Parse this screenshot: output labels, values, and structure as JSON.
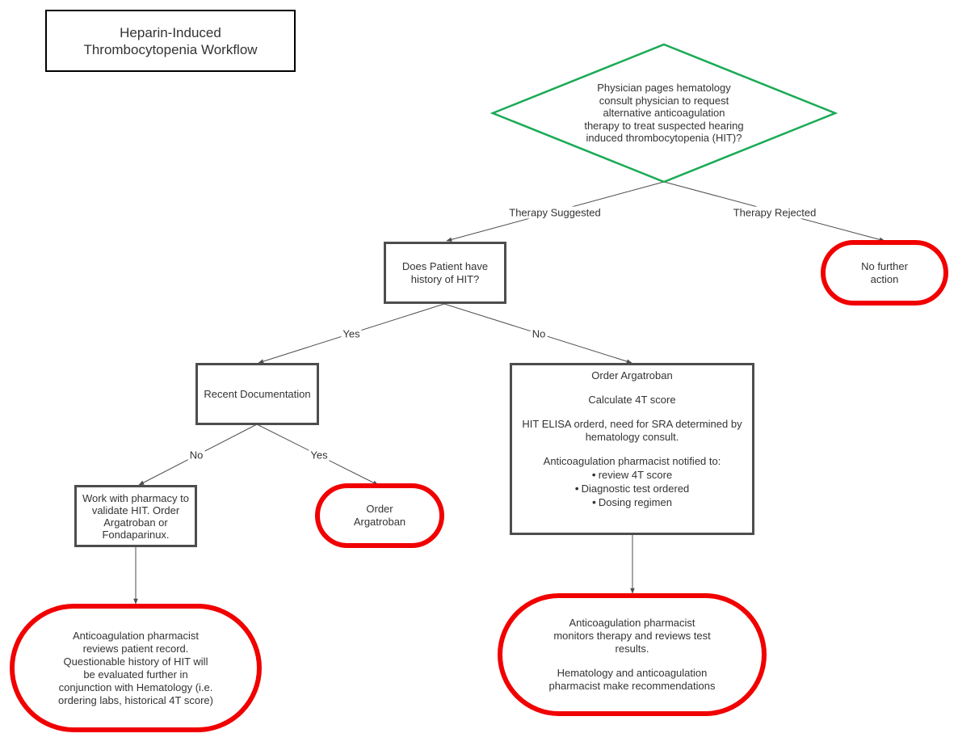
{
  "title": {
    "line1": "Heparin-Induced",
    "line2": "Thrombocytopenia Workflow"
  },
  "colors": {
    "decision_border": "#1aaa55",
    "terminal_border": "#f10000",
    "process_border": "#4d4d4d",
    "connector": "#4d4d4d"
  },
  "nodes": {
    "start_decision": {
      "lines": [
        "Physician pages hematology",
        "consult physician to request",
        "alternative anticoagulation",
        "therapy to treat suspected hearing",
        "induced thrombocytopenia (HIT)?"
      ]
    },
    "history_question": {
      "lines": [
        "Does Patient have",
        "history of HIT?"
      ]
    },
    "no_further_action": {
      "lines": [
        "No further",
        "action"
      ]
    },
    "recent_documentation": {
      "lines": [
        "Recent Documentation"
      ]
    },
    "order_argatroban_protocol": {
      "line1": "Order Argatroban",
      "line2": "Calculate 4T score",
      "line3a": "HIT ELISA orderd, need for SRA determined by",
      "line3b": "hematology consult.",
      "line4": "Anticoagulation pharmacist notified to:",
      "bullets": [
        "review 4T score",
        "Diagnostic test ordered",
        "Dosing regimen"
      ]
    },
    "work_with_pharmacy": {
      "lines": [
        "Work with pharmacy to",
        "validate HIT.  Order",
        "Argatroban or",
        "Fondaparinux."
      ]
    },
    "order_argatroban_terminal": {
      "lines": [
        "Order",
        "Argatroban"
      ]
    },
    "pharmacist_reviews_record": {
      "lines": [
        "Anticoagulation pharmacist",
        "reviews patient record.",
        "Questionable history of HIT will",
        "be evaluated further in",
        "conjunction with Hematology (i.e.",
        "ordering labs, historical 4T score)"
      ]
    },
    "pharmacist_monitors": {
      "lines1": [
        "Anticoagulation pharmacist",
        "monitors therapy and reviews test",
        "results."
      ],
      "lines2": [
        "Hematology and anticoagulation",
        "pharmacist make recommendations"
      ]
    }
  },
  "edge_labels": {
    "therapy_suggested": "Therapy Suggested",
    "therapy_rejected": "Therapy Rejected",
    "history_yes": "Yes",
    "history_no": "No",
    "documentation_no": "No",
    "documentation_yes": "Yes"
  }
}
